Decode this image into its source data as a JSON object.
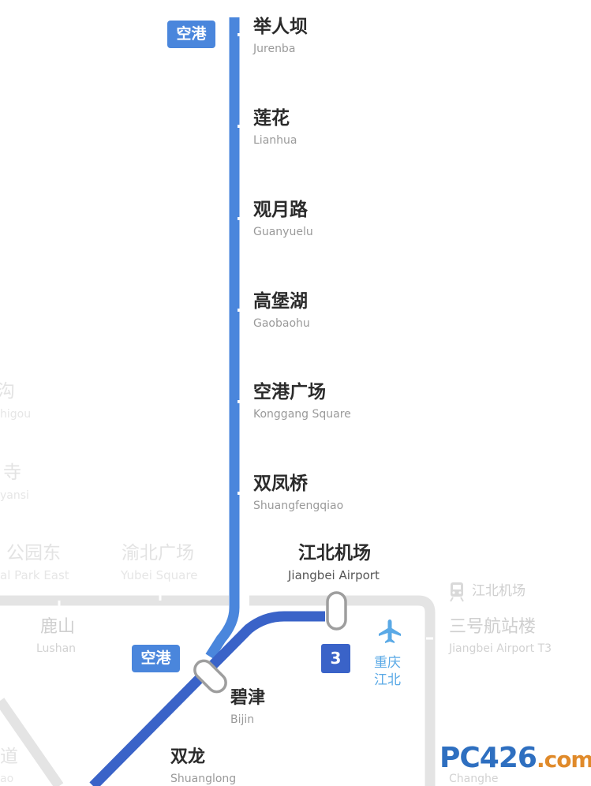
{
  "line_badges": {
    "konggang_top": "空港",
    "konggang_bottom": "空港",
    "line3": "3"
  },
  "line_colors": {
    "konggang": "#4a86dc",
    "line3": "#3a63c8",
    "background_lines": "#e4e4e4",
    "airport_blue": "#5aa9e6"
  },
  "stations": [
    {
      "cn": "举人坝",
      "en": "Jurenba"
    },
    {
      "cn": "莲花",
      "en": "Lianhua"
    },
    {
      "cn": "观月路",
      "en": "Guanyuelu"
    },
    {
      "cn": "高堡湖",
      "en": "Gaobaohu"
    },
    {
      "cn": "空港广场",
      "en": "Konggang Square"
    },
    {
      "cn": "双凤桥",
      "en": "Shuangfengqiao"
    }
  ],
  "interchange": {
    "cn": "江北机场",
    "en": "Jiangbei Airport"
  },
  "line3_stations": [
    {
      "cn": "碧津",
      "en": "Bijin"
    },
    {
      "cn": "双龙",
      "en": "Shuanglong"
    }
  ],
  "faded_stations": [
    {
      "cn": "沟",
      "en": "higou"
    },
    {
      "cn": "寺",
      "en": "yansi"
    },
    {
      "cn": "公园东",
      "en": "al Park East"
    },
    {
      "cn": "渝北广场",
      "en": "Yubei Square"
    },
    {
      "cn": "鹿山",
      "en": "Lushan"
    },
    {
      "cn": "道",
      "en": "ao"
    },
    {
      "cn": "江北机场",
      "en": ""
    },
    {
      "cn": "三号航站楼",
      "en": "Jiangbei Airport T3"
    },
    {
      "cn": "",
      "en": "Changhe"
    }
  ],
  "airport": {
    "line1": "重庆",
    "line2": "江北",
    "icon": "airplane-icon"
  },
  "watermark": {
    "main": "PC426",
    "sub": ".com"
  }
}
